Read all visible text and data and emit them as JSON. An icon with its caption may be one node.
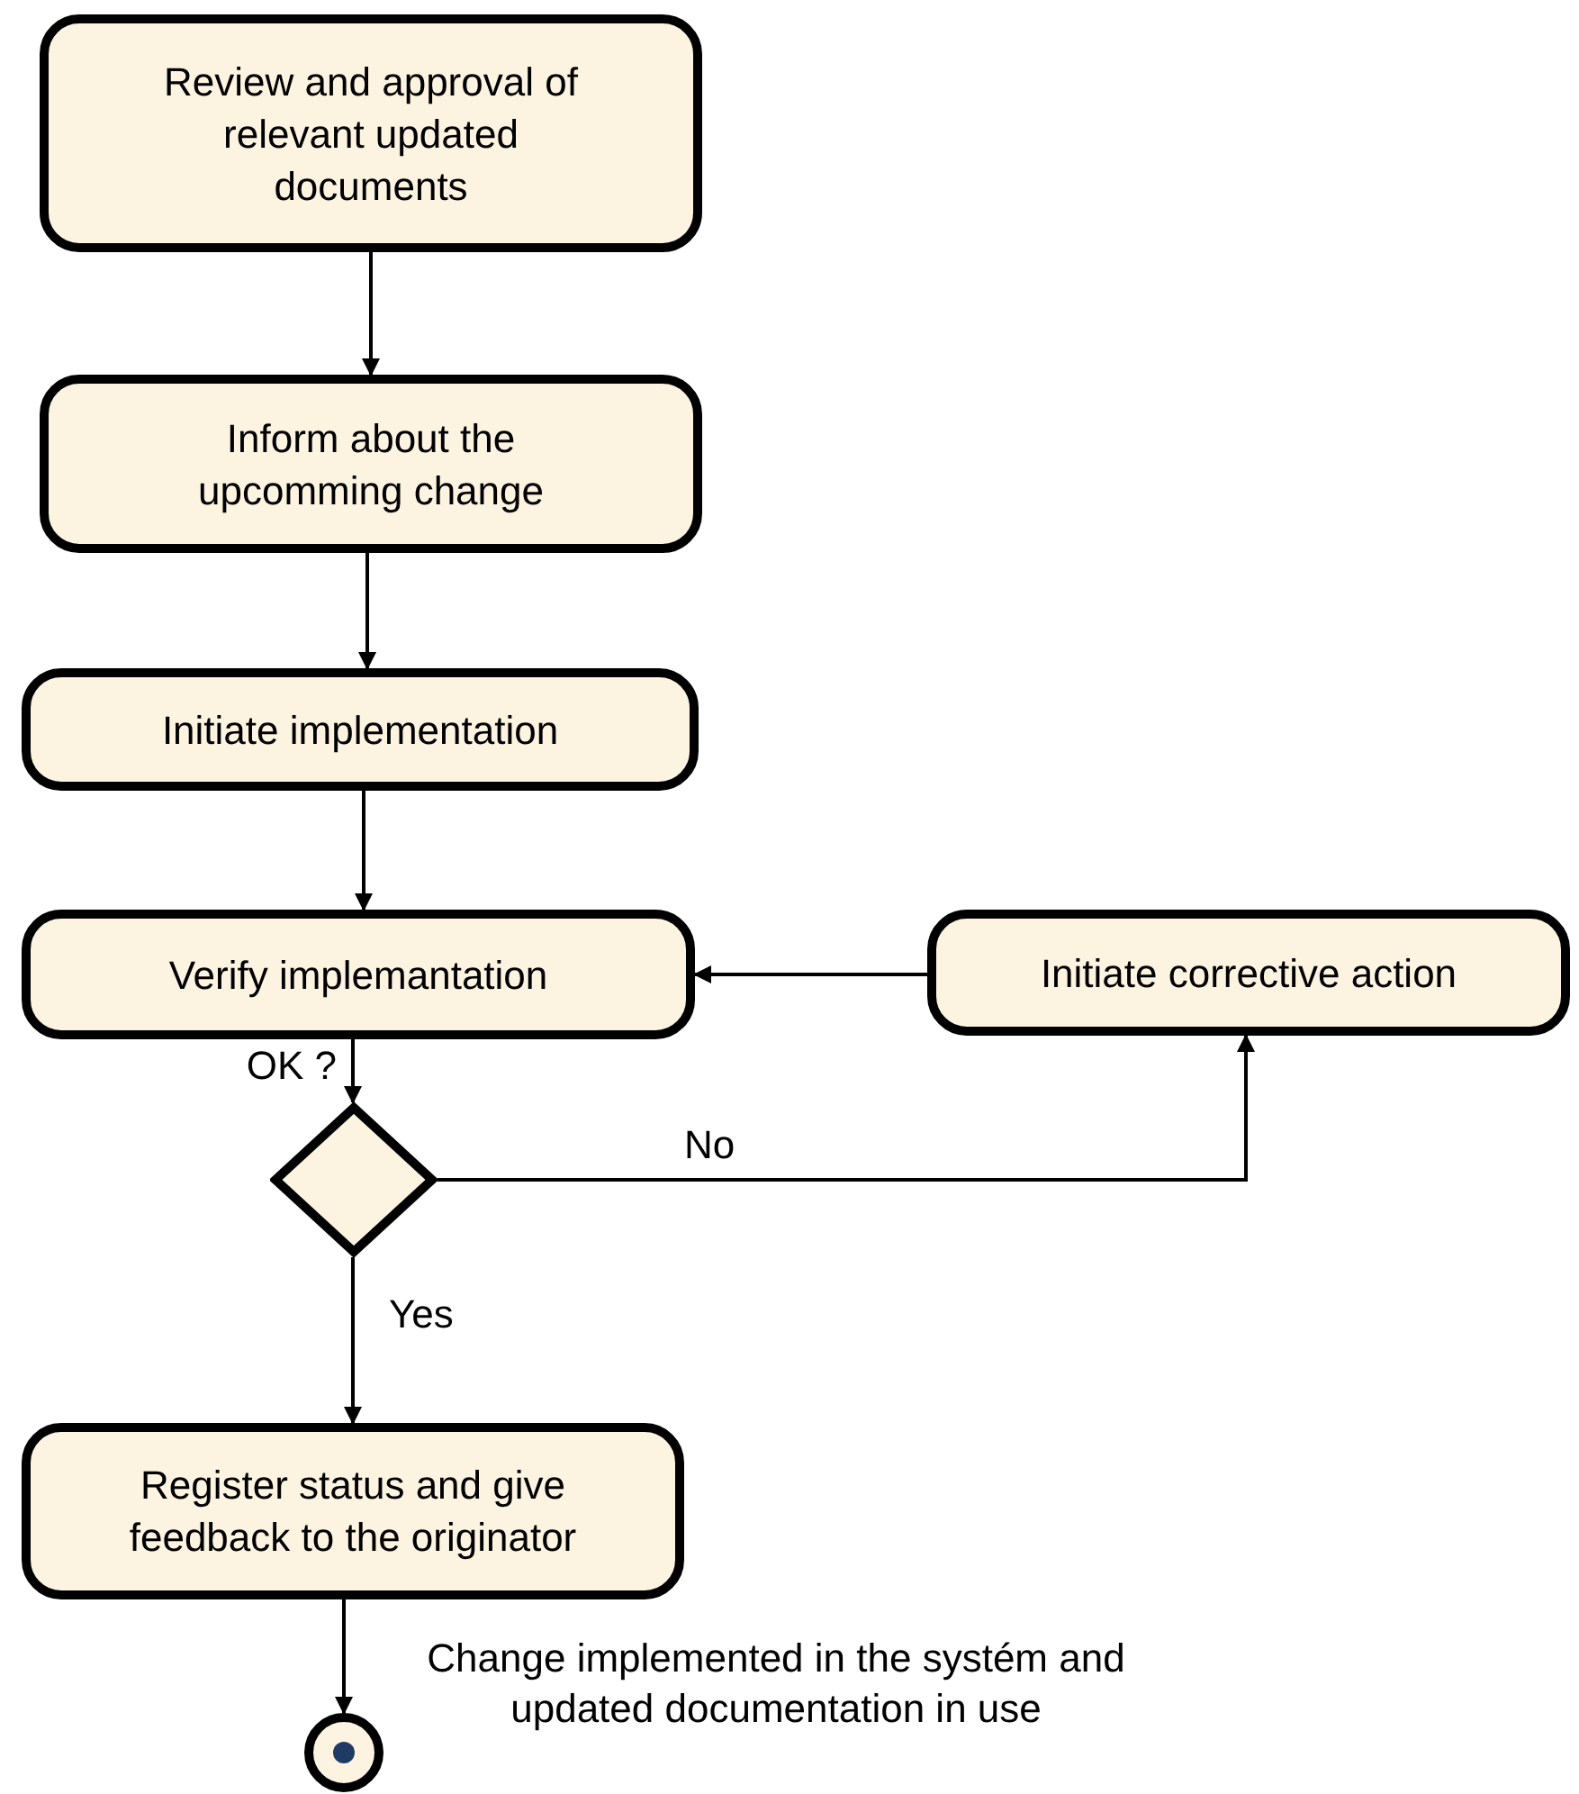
{
  "diagram": {
    "nodes": [
      {
        "text": [
          "Review and approval of relevant updated documents"
        ]
      },
      {
        "text": [
          "Inform about the upcomming change"
        ]
      },
      {
        "text": [
          "Initiate implementation"
        ]
      },
      {
        "text": [
          "Verify implemantation"
        ]
      },
      {
        "text": [
          "Initiate corrective action"
        ]
      },
      {
        "text": [],
        "shape": "diamond"
      },
      {
        "text": [
          "Register status and give feedback to the originator"
        ]
      },
      {
        "text": [],
        "shape": "circle",
        "beside": [
          "Change implemented in the systém and updated documentation in use"
        ]
      }
    ],
    "edges": [
      {
        "from": 0,
        "to": 1,
        "arrow": "to"
      },
      {
        "from": 1,
        "to": 2,
        "arrow": "to"
      },
      {
        "from": 2,
        "to": 3,
        "arrow": "to"
      },
      {
        "from": 3,
        "to": 5,
        "arrow": "to",
        "label": "OK ?"
      },
      {
        "from": 5,
        "to": 4,
        "arrow": "to",
        "label": "No"
      },
      {
        "from": 4,
        "to": 3,
        "arrow": "to"
      },
      {
        "from": 5,
        "to": 6,
        "arrow": "to",
        "label": "Yes"
      },
      {
        "from": 6,
        "to": 7,
        "arrow": "to"
      }
    ]
  }
}
